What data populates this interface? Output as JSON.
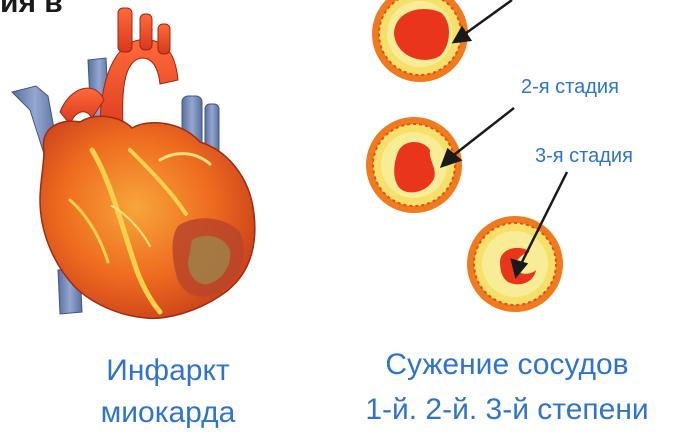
{
  "top_fragment": "ия в",
  "stage_labels": [
    "2-я стадия",
    "3-я стадия"
  ],
  "caption_left": {
    "line1": "Инфаркт",
    "line2": "миокарда"
  },
  "caption_right": {
    "line1": "Сужение сосудов",
    "line2": "1-й. 2-й. 3-й степени"
  },
  "colors": {
    "text_blue": "#2f74c9",
    "heart_red": "#e84a1a",
    "vessel_outer": "#f07a1e",
    "vessel_wall": "#f6e06a",
    "lumen_red": "#e8351c",
    "vein_blue": "#6f86b8"
  }
}
